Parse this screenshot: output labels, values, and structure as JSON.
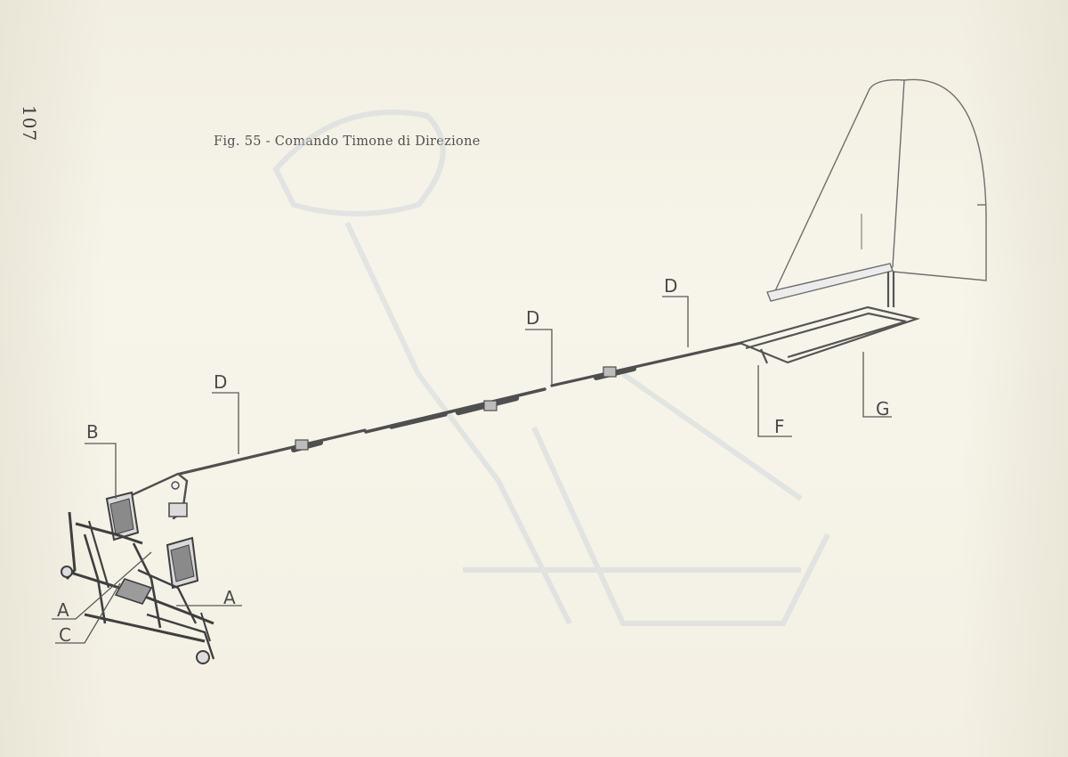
{
  "page": {
    "number": "107",
    "caption": "Fig. 55 - Comando Timone di Direzione"
  },
  "diagram": {
    "labels": {
      "A_left": "A",
      "A_right": "A",
      "B": "B",
      "C": "C",
      "D_left": "D",
      "D_mid": "D",
      "D_right": "D",
      "F": "F",
      "G": "G"
    }
  }
}
